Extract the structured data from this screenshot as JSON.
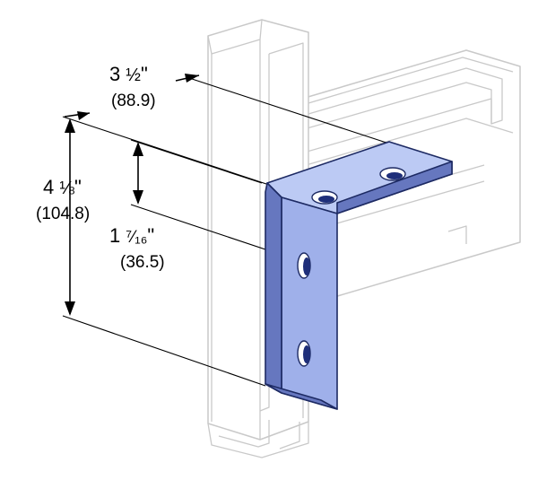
{
  "dimensions": {
    "width": {
      "imperial_whole": "3",
      "imperial_frac": "½",
      "imperial_mark": "\"",
      "metric": "(88.9)"
    },
    "height": {
      "imperial_whole": "4",
      "imperial_frac": "⅛",
      "imperial_mark": "\"",
      "metric": "(104.8)"
    },
    "hole_spacing": {
      "imperial_whole": "1",
      "imperial_frac": "⁷⁄₁₆",
      "imperial_mark": "\"",
      "metric": "(36.5)"
    }
  },
  "colors": {
    "plate_face": "#9fb0ea",
    "plate_edge": "#6677bf",
    "plate_outline": "#1d2a63",
    "channel_outline": "#c9c9c9",
    "dimension_lines": "#000000"
  }
}
